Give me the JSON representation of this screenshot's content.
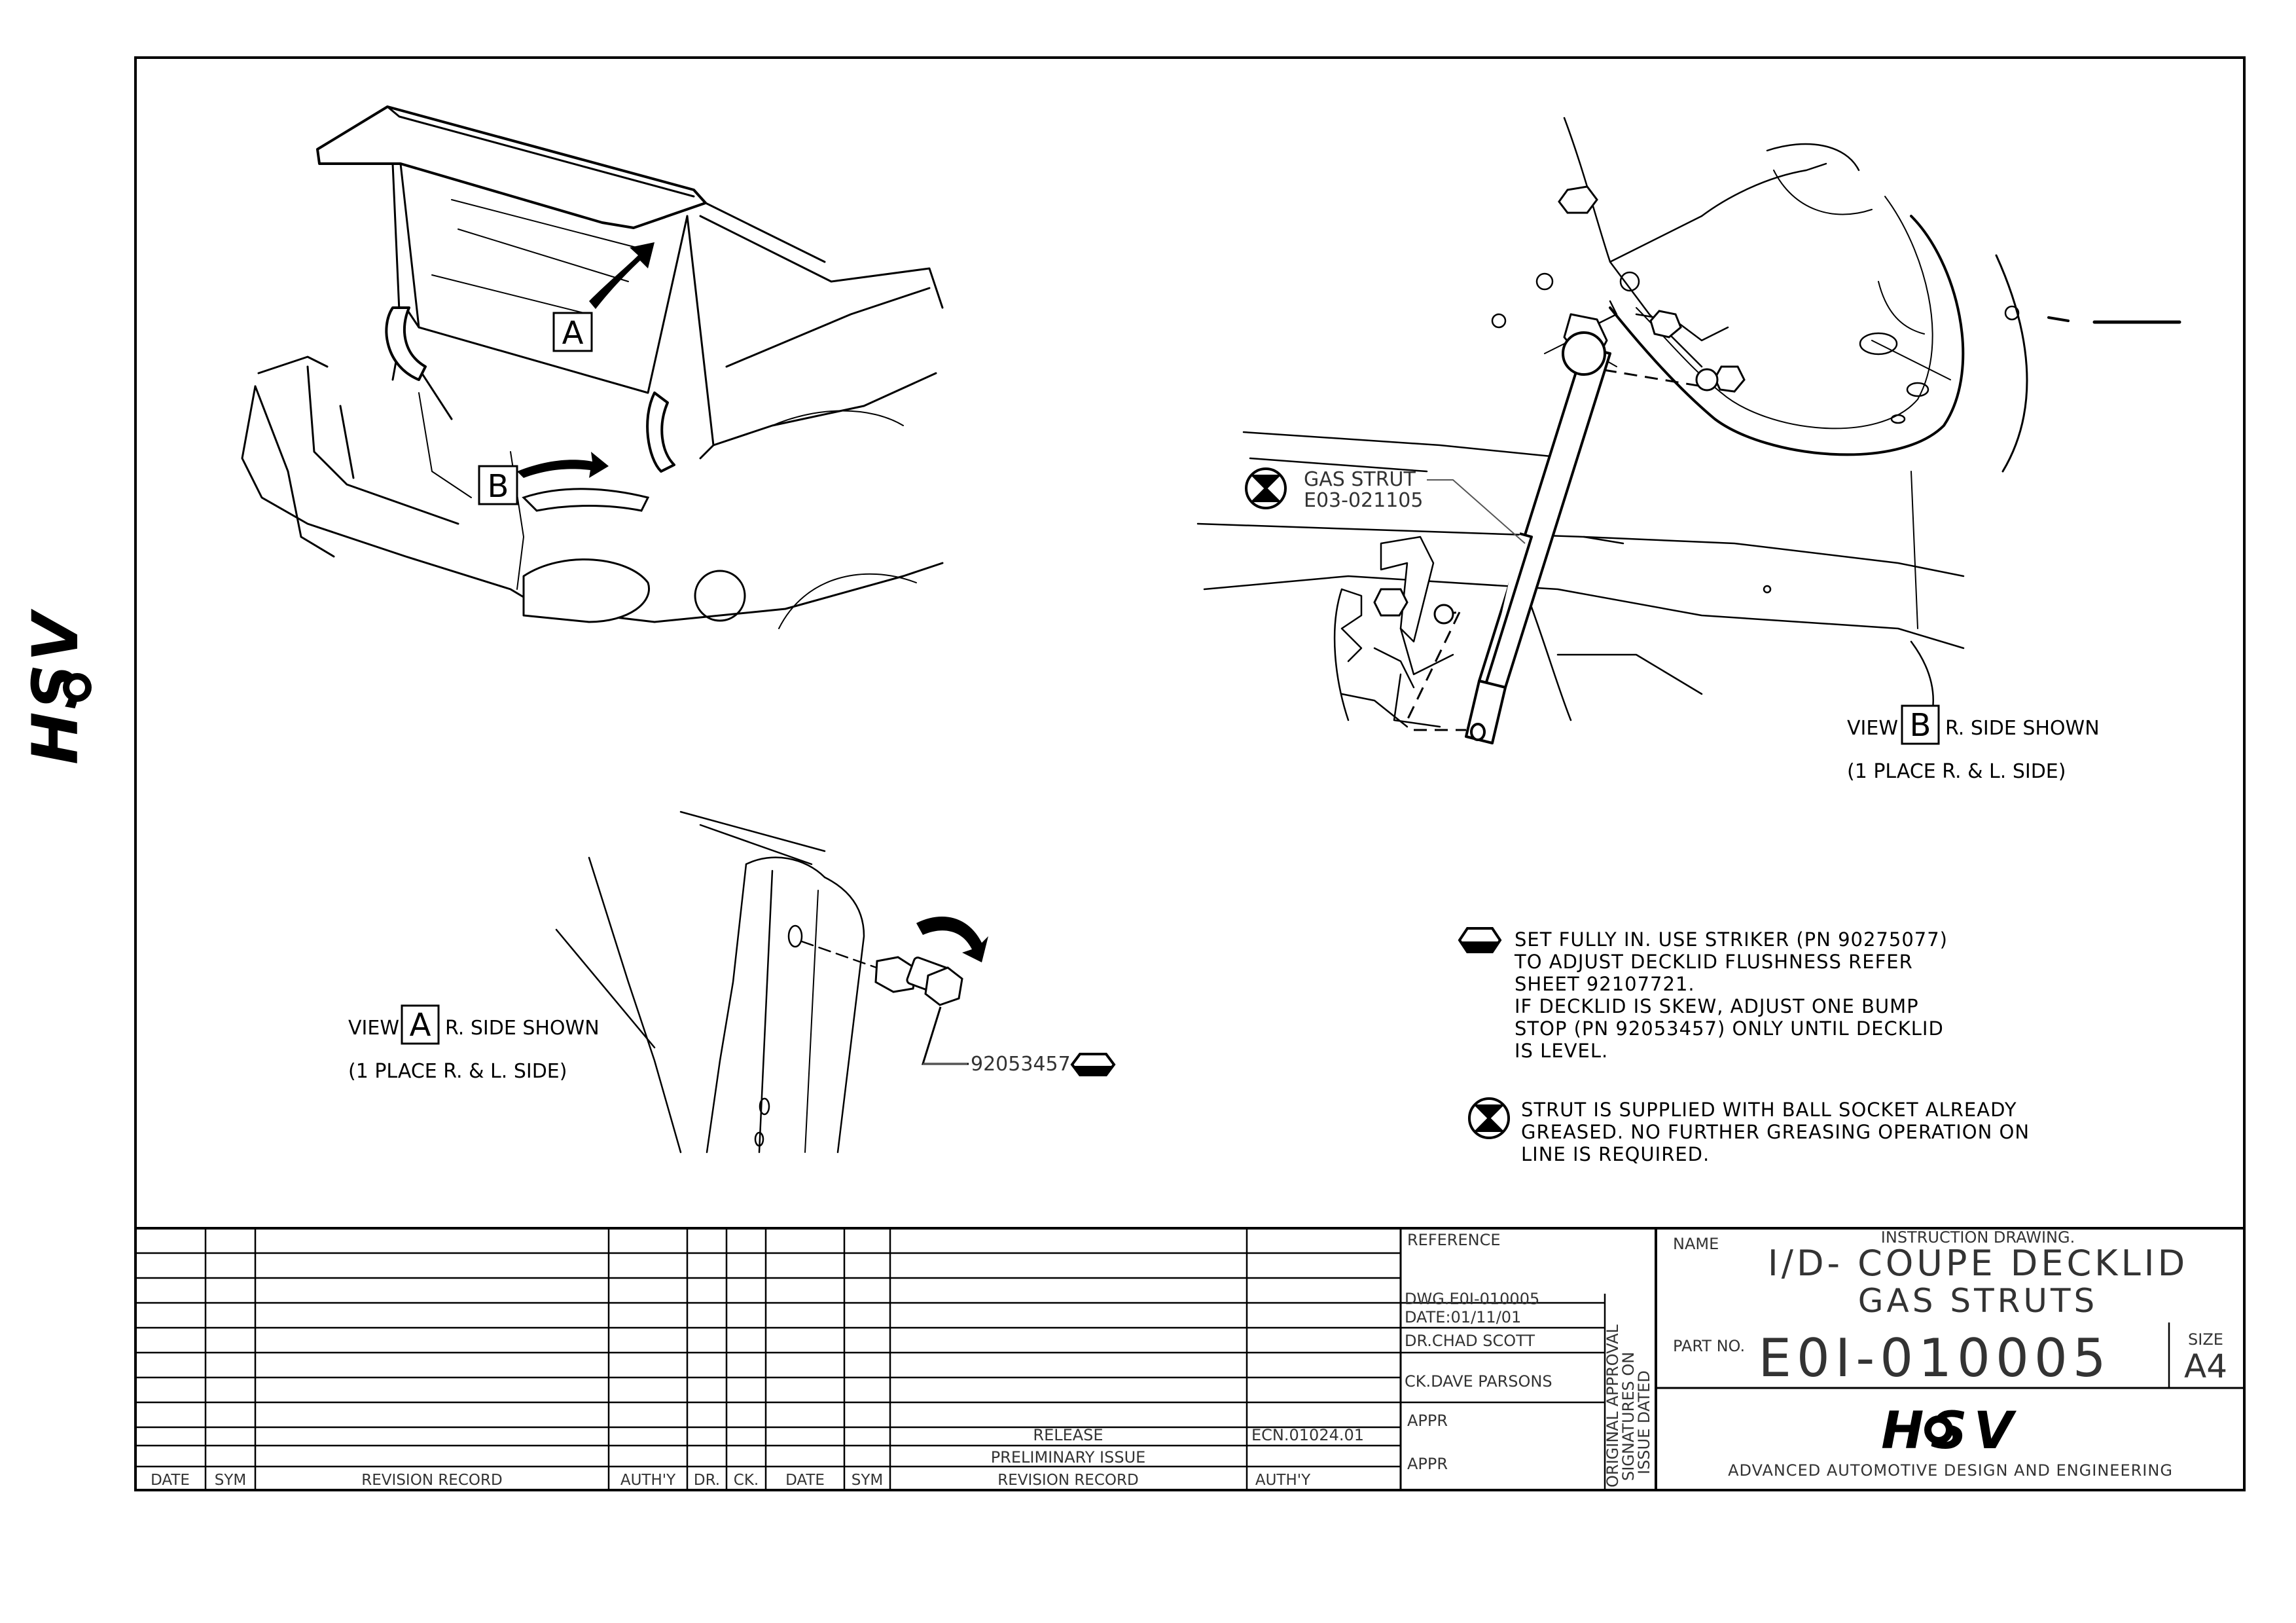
{
  "side_logo": "HSV",
  "view_a": {
    "prefix": "VIEW",
    "letter": "A",
    "suffix": "R. SIDE SHOWN",
    "sub": "(1 PLACE R. & L. SIDE)",
    "part_no": "92053457"
  },
  "view_b": {
    "prefix": "VIEW",
    "letter": "B",
    "suffix": "R. SIDE SHOWN",
    "sub": "(1 PLACE R. & L. SIDE)",
    "strut_label_1": "GAS STRUT",
    "strut_label_2": "E03-021105"
  },
  "callouts": {
    "a": "A",
    "b": "B"
  },
  "notes": {
    "hex_note": [
      "SET FULLY IN. USE STRIKER (PN 90275077)",
      "TO ADJUST DECKLID FLUSHNESS REFER",
      "SHEET 92107721.",
      "IF DECKLID IS SKEW, ADJUST ONE BUMP",
      "STOP (PN 92053457) ONLY UNTIL DECKLID",
      "IS LEVEL."
    ],
    "circle_note": [
      "STRUT IS SUPPLIED WITH BALL SOCKET ALREADY",
      "GREASED. NO FURTHER GREASING OPERATION ON",
      "LINE IS REQUIRED."
    ]
  },
  "revision_table": {
    "headers": [
      "DATE",
      "SYM",
      "REVISION RECORD",
      "AUTH'Y",
      "DR.",
      "CK.",
      "DATE",
      "SYM",
      "REVISION RECORD",
      "AUTH'Y"
    ],
    "entries": [
      {
        "record": "RELEASE",
        "auth": "ECN.01024.01"
      },
      {
        "record": "PRELIMINARY ISSUE",
        "auth": ""
      }
    ]
  },
  "reference": {
    "label": "REFERENCE",
    "dwg": "DWG.E0I-010005",
    "date": "DATE:01/11/01",
    "drawn": "DR.CHAD SCOTT",
    "checked": "CK.DAVE PARSONS",
    "appr1": "APPR",
    "appr2": "APPR",
    "vertical": [
      "ORIGINAL APPROVAL",
      "SIGNATURES ON",
      "ISSUE DATED"
    ]
  },
  "title_block": {
    "name_label": "NAME",
    "drawing_type": "INSTRUCTION DRAWING.",
    "title_1": "I/D- COUPE DECKLID",
    "title_2": "GAS STRUTS",
    "part_label": "PART NO.",
    "part_no": "E0I-010005",
    "size_label": "SIZE",
    "size": "A4",
    "logo": "HSV",
    "company": "ADVANCED AUTOMOTIVE DESIGN AND ENGINEERING"
  }
}
